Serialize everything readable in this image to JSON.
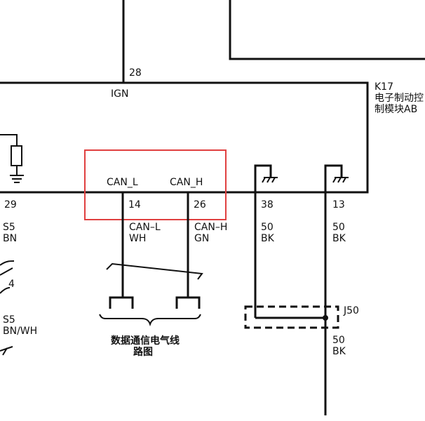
{
  "module": {
    "ref": "K17",
    "name_line1": "电子制动控",
    "name_line2": "制模块AB"
  },
  "top_pin": {
    "number": "28",
    "label": "IGN"
  },
  "highlight_color": "#e04040",
  "can_labels": {
    "low": "CAN_L",
    "high": "CAN_H"
  },
  "pins": [
    {
      "number": "29",
      "wire_size": "S5",
      "wire_color": "BN"
    },
    {
      "number": "14",
      "wire_size": "CAN–L",
      "wire_color": "WH"
    },
    {
      "number": "26",
      "wire_size": "CAN–H",
      "wire_color": "GN"
    },
    {
      "number": "38",
      "wire_size": "50",
      "wire_color": "BK"
    },
    {
      "number": "13",
      "wire_size": "50",
      "wire_color": "BK"
    }
  ],
  "left_extra": {
    "number": "4",
    "wire_size": "S5",
    "wire_color": "BN/WH"
  },
  "data_comm_note": {
    "line1": "数据通信电气线",
    "line2": "路图"
  },
  "splice": {
    "ref": "J50",
    "wire_size": "50",
    "wire_color": "BK"
  }
}
